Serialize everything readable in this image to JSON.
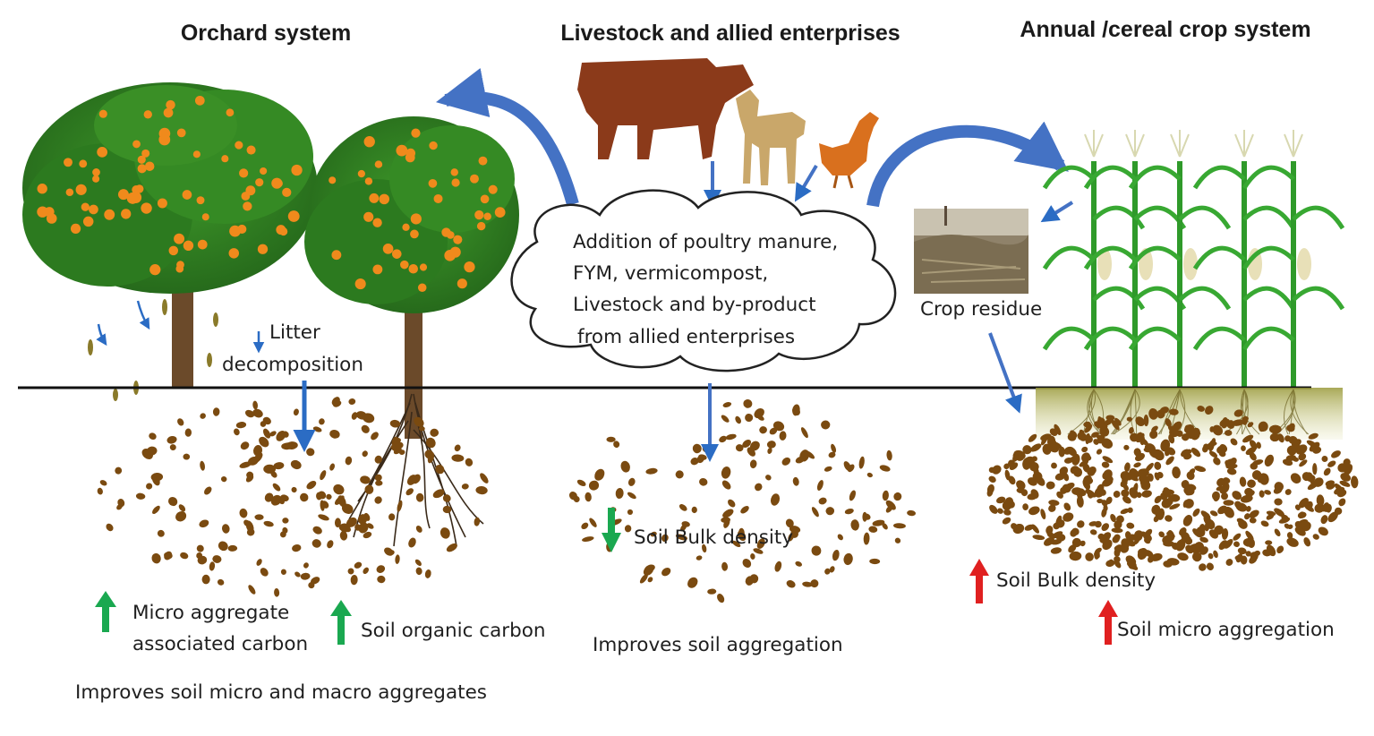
{
  "titles": {
    "orchard": "Orchard system",
    "livestock": "Livestock and allied enterprises",
    "annual": "Annual  /cereal crop system"
  },
  "cloud_text": {
    "line1": "Addition of poultry manure,",
    "line2": "FYM, vermicompost,",
    "line3": "Livestock and by-product",
    "line4": "from allied enterprises"
  },
  "labels": {
    "litter": "Litter",
    "decomposition": "decomposition",
    "crop_residue": "Crop residue",
    "micro_aggregate_1": "Micro  aggregate",
    "micro_aggregate_2": "associated carbon",
    "soil_organic_carbon": "Soil organic carbon",
    "improves_micro_macro": "Improves soil micro and macro aggregates",
    "bulk_density_mid": "Soil Bulk density",
    "improves_aggregation": "Improves soil aggregation",
    "bulk_density_right": "Soil Bulk density",
    "micro_aggregation_right": "Soil micro aggregation"
  },
  "indicators": {
    "micro_aggregate_carbon": "up",
    "soil_organic_carbon": "up",
    "bulk_density_mid": "down",
    "bulk_density_right": "up",
    "micro_aggregation_right": "up"
  },
  "colors": {
    "flow_arrow": "#4472c4",
    "increase_arrow": "#1aa850",
    "decrease_arrow": "#1aa850",
    "warning_arrow": "#e02020",
    "soil_particle": "#7a4a10",
    "ground_line": "#111111",
    "foliage": "#2f7d1f",
    "fruit": "#f08a1c",
    "crop": "#2f9a2a",
    "cow": "#8b3a1a",
    "goat": "#c9a76a",
    "hen": "#d9701e"
  }
}
